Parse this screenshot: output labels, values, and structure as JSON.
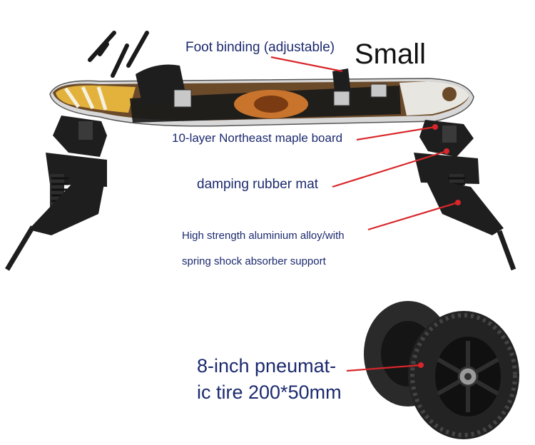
{
  "labels": {
    "foot_binding": "Foot binding (adjustable)",
    "size": "Small",
    "board": "10-layer Northeast maple board",
    "damping": "damping rubber mat",
    "alloy_line1": "High strength aluminium alloy/with",
    "alloy_line2": "spring shock absorber support",
    "tire_line1": "8-inch pneumat-",
    "tire_line2": "ic tire 200*50mm"
  },
  "colors": {
    "label_text": "#1c2a6e",
    "callout_line": "#d9262a",
    "deck_top": "#6b4a2a",
    "grip": "#1a1a1a",
    "hardware": "#1e1e1e",
    "tire": "#222222"
  }
}
